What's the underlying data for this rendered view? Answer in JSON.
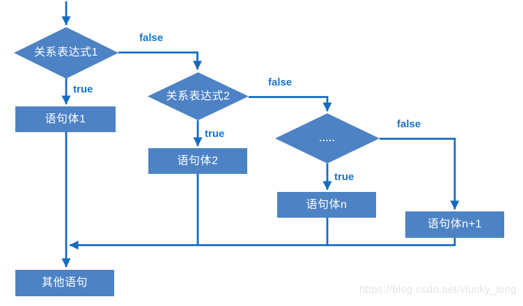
{
  "diagram": {
    "nodes": {
      "decision1": "关系表达式1",
      "decision2": "关系表达式2",
      "decision3": ".....",
      "statement1": "语句体1",
      "statement2": "语句体2",
      "statement_n": "语句体n",
      "statement_n_plus_1": "语句体n+1",
      "other": "其他语句"
    },
    "edge_labels": {
      "d1_false": "false",
      "d1_true": "true",
      "d2_false": "false",
      "d2_true": "true",
      "d3_false": "false",
      "d3_true": "true"
    },
    "colors": {
      "node_fill": "#4d82c4",
      "node_text": "#ffffff",
      "line": "#146cc0",
      "edge_label_text": "#1873cd",
      "watermark_text": "#e3e3e3"
    }
  },
  "watermark": "https://blog.csdn.net/vlucky_long"
}
